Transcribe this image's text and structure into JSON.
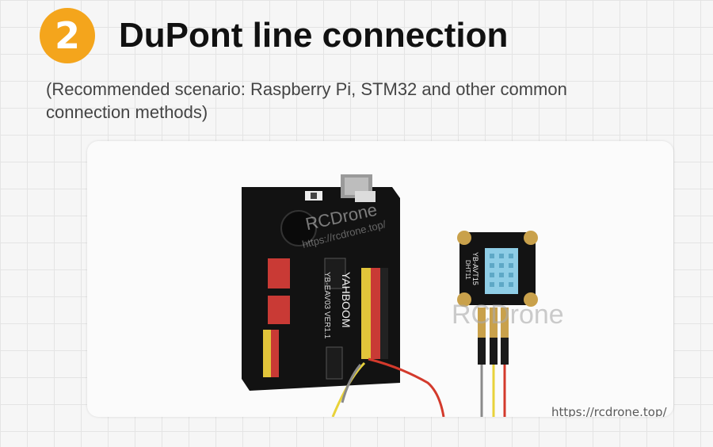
{
  "header": {
    "step_number": "2",
    "title": "DuPont line connection",
    "subtitle": "(Recommended scenario: Raspberry Pi, STM32 and other common connection methods)"
  },
  "photo": {
    "watermark_main": "RCDrone",
    "watermark_url": "https://rcdrone.top/",
    "board_label": "YAHBOOM",
    "board_model": "YB-EAV03 VER1.1",
    "sensor_model": "YB-AVT15",
    "sensor_id": "DHT11"
  },
  "colors": {
    "accent": "#f4a51c",
    "board": "#121212",
    "wire_red": "#d33a2c",
    "wire_yellow": "#e8d23a",
    "wire_gray": "#8a8a8a",
    "sensor_body": "#8ecde6"
  }
}
